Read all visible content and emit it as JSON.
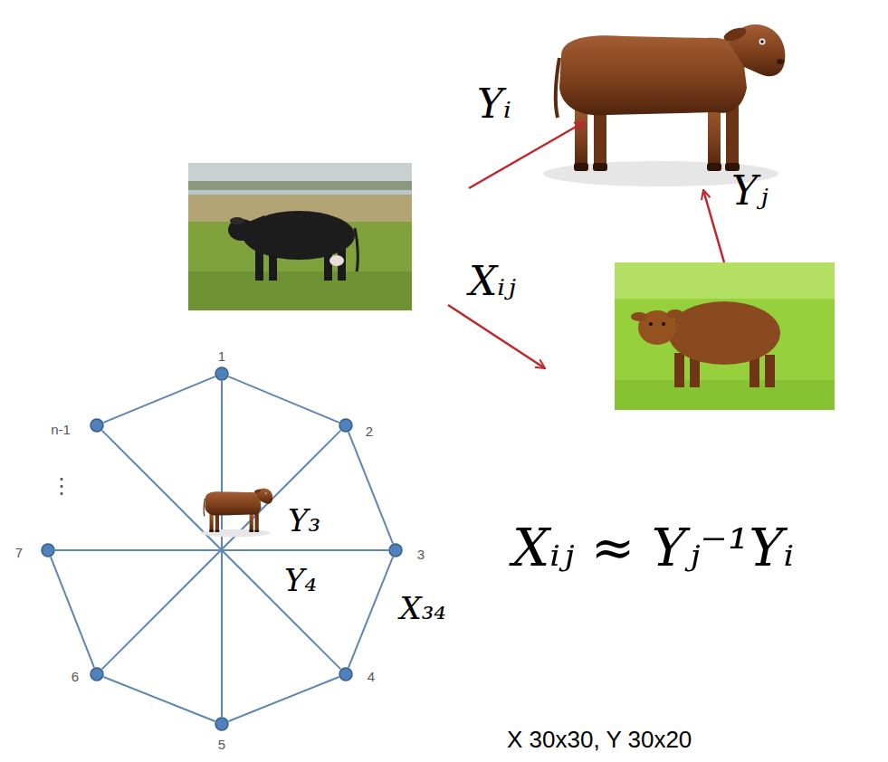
{
  "diagram": {
    "nodes": [
      {
        "text": [
          "1"
        ]
      },
      {
        "text": [
          "2"
        ]
      },
      {
        "text": [
          "3"
        ]
      },
      {
        "text": [
          "4"
        ]
      },
      {
        "text": [
          "5"
        ]
      },
      {
        "text": [
          "6"
        ]
      },
      {
        "text": [
          "7"
        ]
      },
      {
        "text": [
          "n-1"
        ]
      }
    ],
    "edges": [
      {
        "from": 0,
        "to": 1,
        "arrow": "none"
      },
      {
        "from": 1,
        "to": 2,
        "arrow": "none"
      },
      {
        "from": 2,
        "to": 3,
        "arrow": "none",
        "label": "X₃₄"
      },
      {
        "from": 3,
        "to": 4,
        "arrow": "none"
      },
      {
        "from": 4,
        "to": 5,
        "arrow": "none"
      },
      {
        "from": 5,
        "to": 6,
        "arrow": "none"
      },
      {
        "from": 7,
        "to": 0,
        "arrow": "none"
      },
      {
        "from": 0,
        "to": 4,
        "arrow": "none"
      },
      {
        "from": 2,
        "to": 6,
        "arrow": "none"
      },
      {
        "from": 1,
        "to": 5,
        "arrow": "none"
      },
      {
        "from": 7,
        "to": 3,
        "arrow": "none"
      }
    ],
    "labels": [
      "Yᵢ",
      "Xᵢⱼ",
      "Yⱼ",
      "⋮",
      "Y₃",
      "Y₄",
      "Xᵢⱼ ≈ Yⱼ⁻¹Yᵢ",
      "X 30x30, Y 30x20"
    ]
  }
}
